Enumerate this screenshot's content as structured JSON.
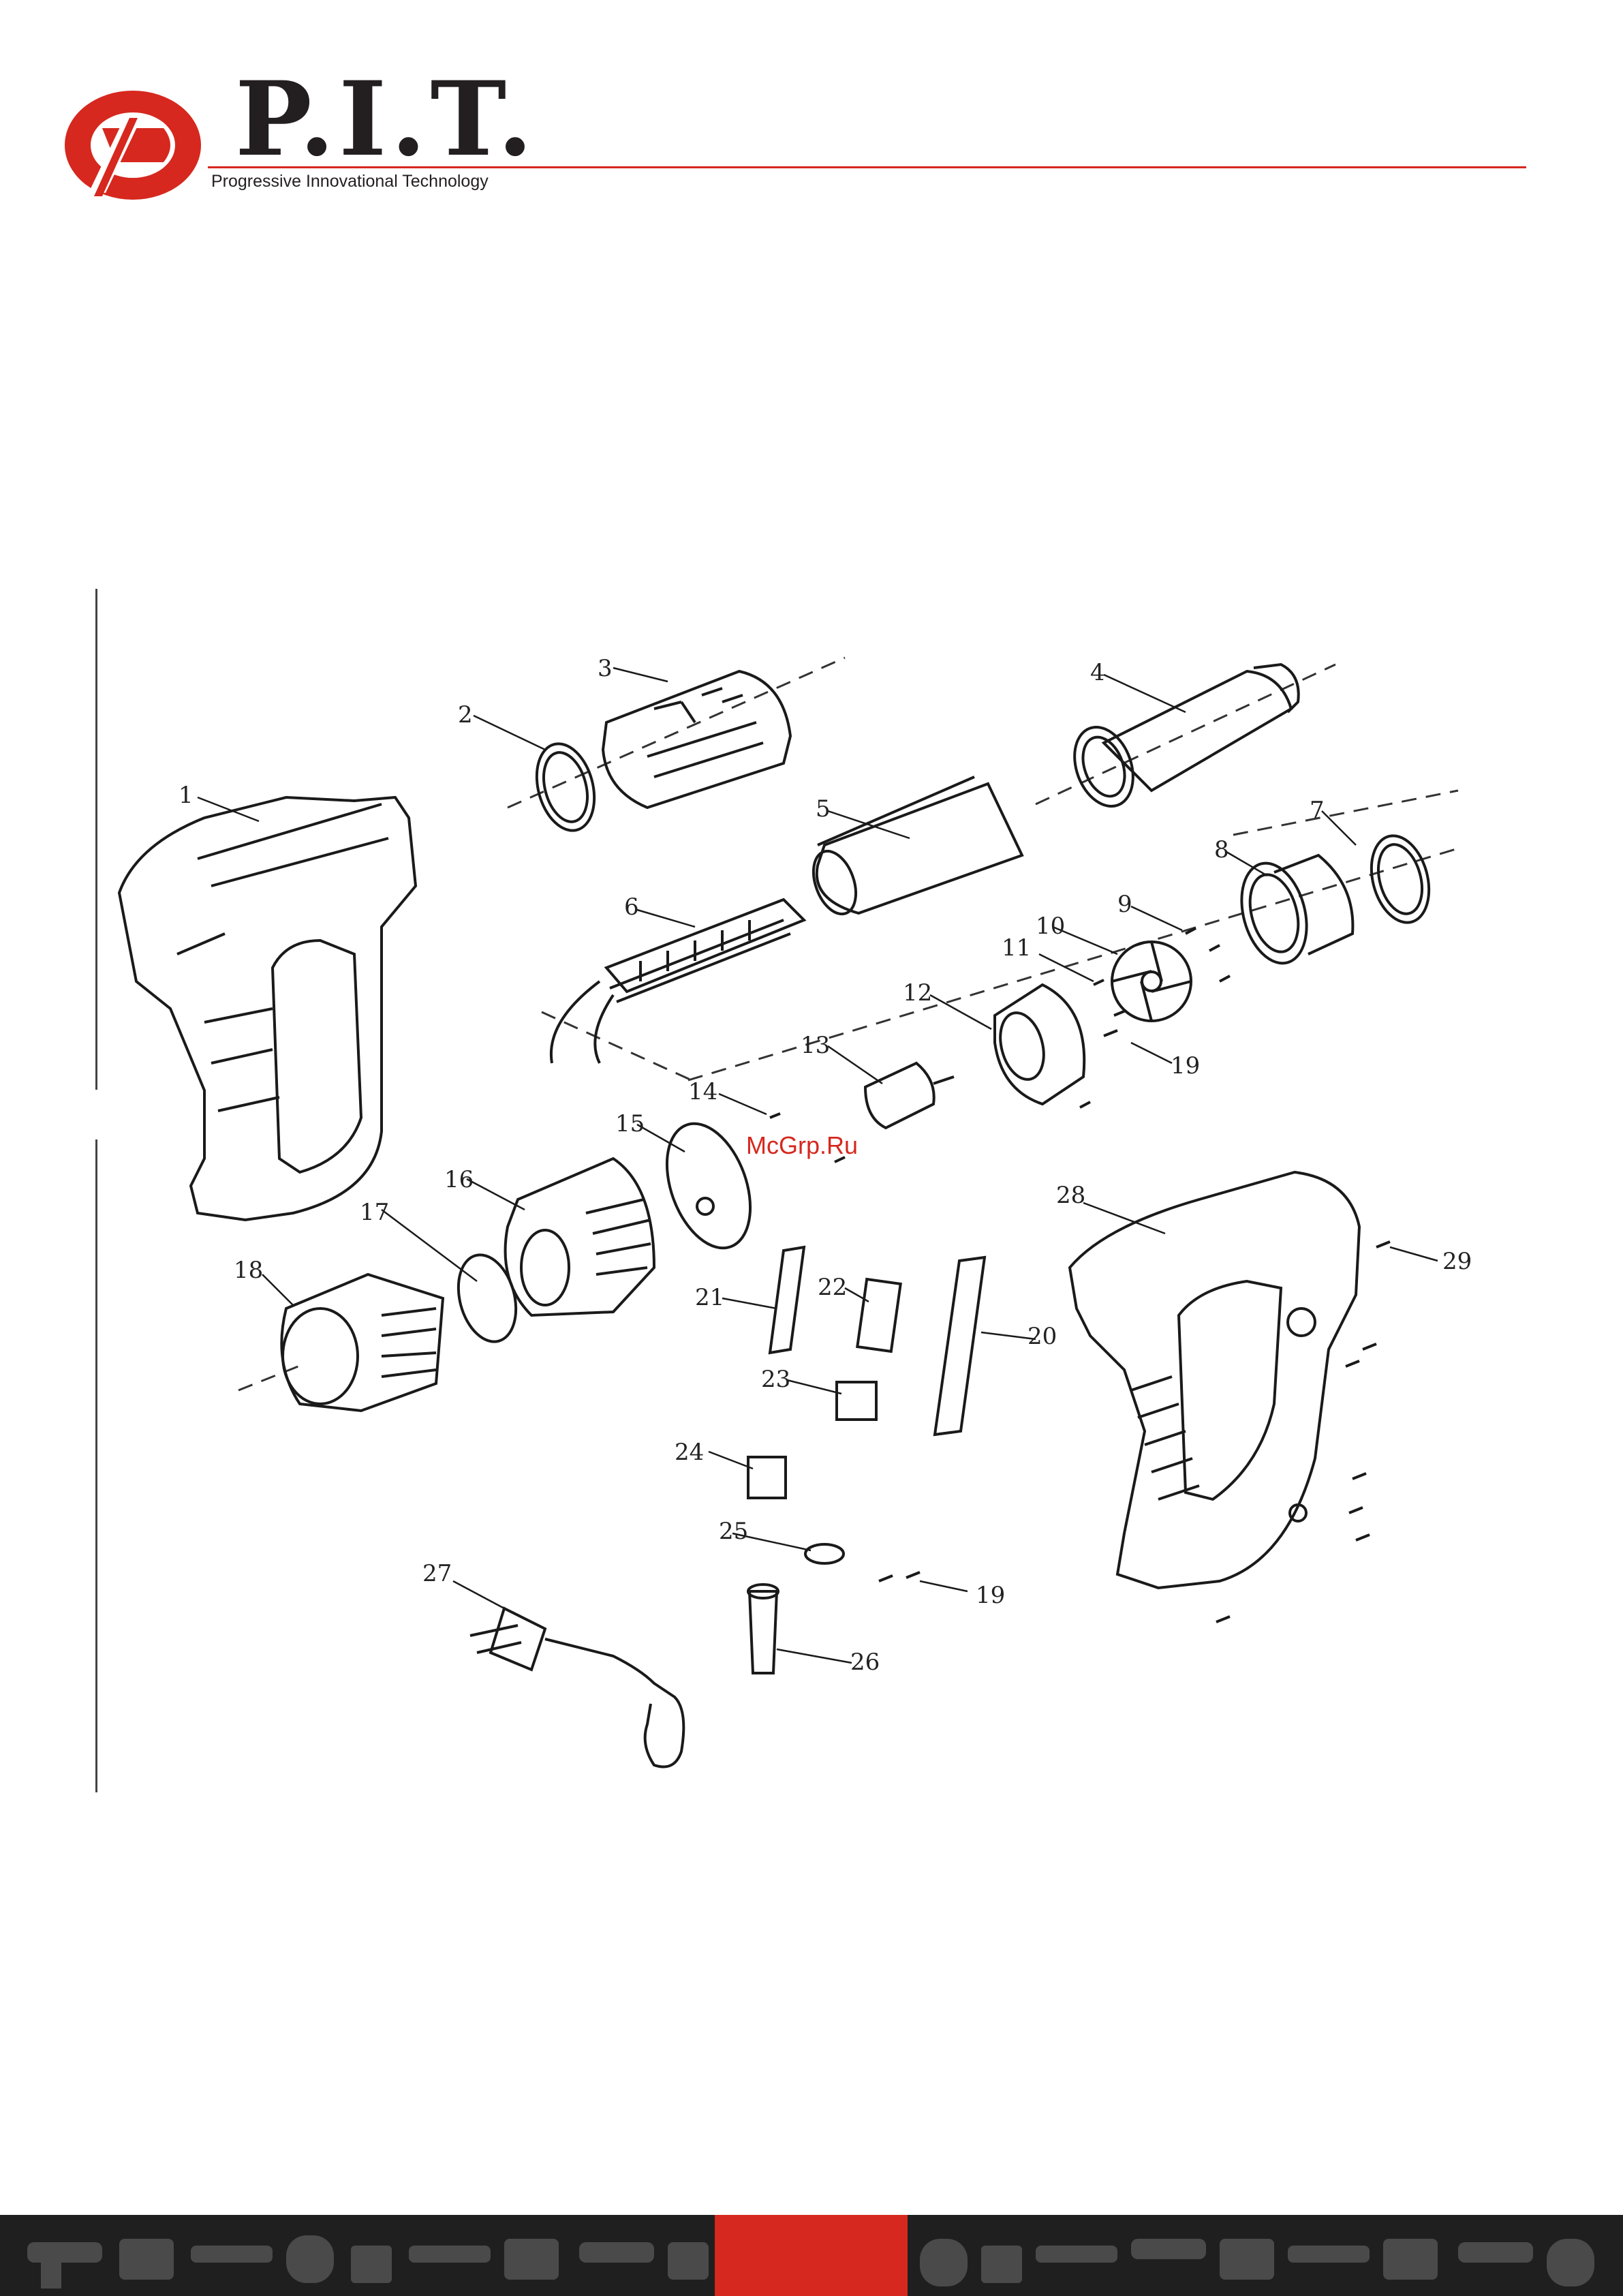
{
  "brand": {
    "name": "P.I.T.",
    "registered_mark": "®",
    "tagline": "Progressive Innovational Technology",
    "accent_color": "#d6281e"
  },
  "diagram": {
    "callouts": [
      "1",
      "2",
      "3",
      "4",
      "5",
      "6",
      "7",
      "8",
      "9",
      "10",
      "11",
      "12",
      "13",
      "14",
      "15",
      "16",
      "17",
      "18",
      "19",
      "20",
      "21",
      "22",
      "23",
      "24",
      "25",
      "26",
      "27",
      "28",
      "29",
      "19",
      "19"
    ]
  },
  "watermark": {
    "text": "McGrp.Ru"
  },
  "footer": {
    "icons": [
      "tool-silhouette-icon",
      "page-number-block"
    ]
  }
}
